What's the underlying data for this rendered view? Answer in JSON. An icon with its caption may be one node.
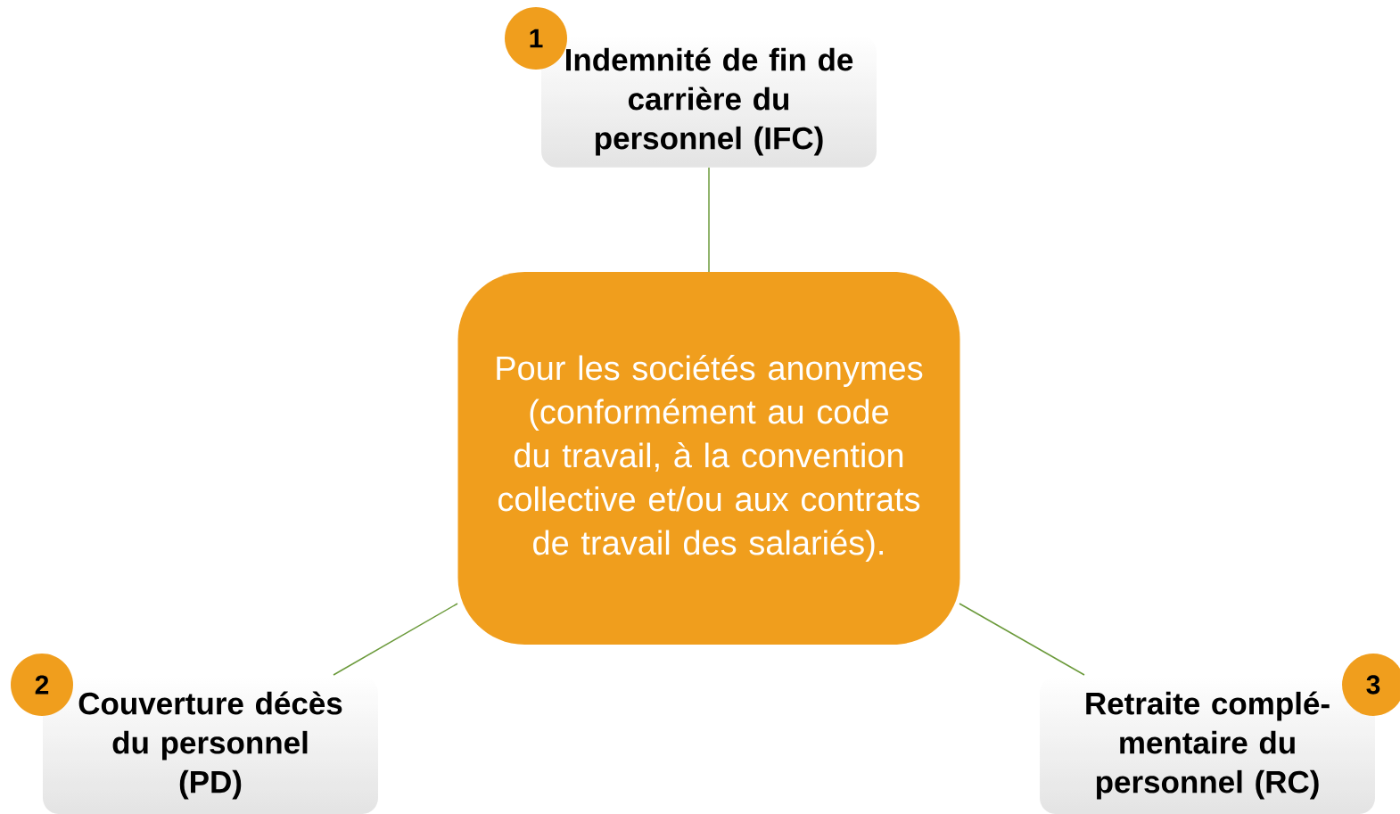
{
  "diagram": {
    "nodes": [
      {
        "text": [
          "1"
        ]
      },
      {
        "text": [
          "Indemnité de fin de carrière du personnel (IFC)"
        ]
      },
      {
        "text": [
          "Pour les sociétés anonymes (conformément au code du travail, à la convention collective et/ou aux contrats de travail des salariés)."
        ]
      },
      {
        "text": [
          "2"
        ]
      },
      {
        "text": [
          "Couverture décès du personnel (PD)"
        ]
      },
      {
        "text": [
          "Retraite complé- mentaire du personnel (RC)"
        ]
      },
      {
        "text": [
          "3"
        ]
      }
    ],
    "edges": [
      {
        "from": 2,
        "to": 1,
        "arrow": "none"
      },
      {
        "from": 2,
        "to": 4,
        "arrow": "none"
      },
      {
        "from": 2,
        "to": 5,
        "arrow": "none"
      }
    ]
  }
}
